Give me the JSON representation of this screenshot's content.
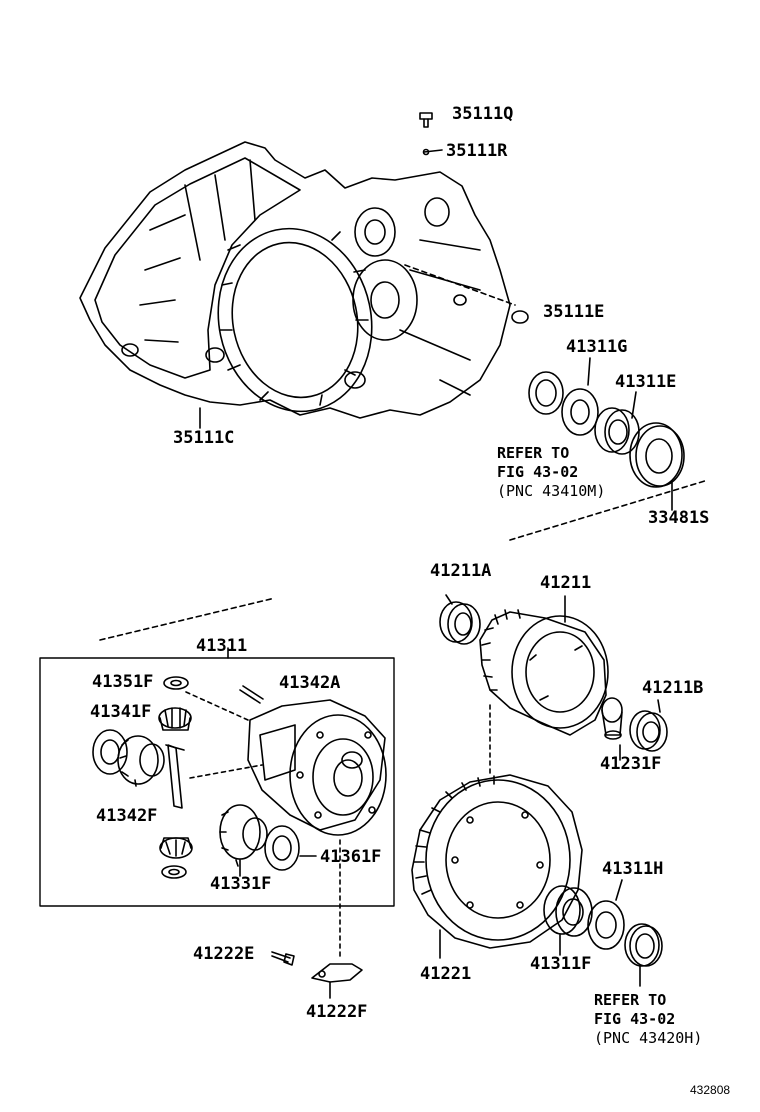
{
  "labels": {
    "p35111Q": "35111Q",
    "p35111R": "35111R",
    "p35111E": "35111E",
    "p41311G": "41311G",
    "p41311E": "41311E",
    "p35111C": "35111C",
    "p33481S": "33481S",
    "p41211A": "41211A",
    "p41211": "41211",
    "p41311": "41311",
    "p41351F": "41351F",
    "p41342A": "41342A",
    "p41211B": "41211B",
    "p41341F": "41341F",
    "p41231F": "41231F",
    "p41342F": "41342F",
    "p41361F": "41361F",
    "p41311H": "41311H",
    "p41331F": "41331F",
    "p41222E": "41222E",
    "p41311F": "41311F",
    "p41221": "41221",
    "p41222F": "41222F"
  },
  "refer_top": {
    "line1": "REFER TO",
    "line2": "FIG 43-02",
    "line3": "(PNC 43410M)"
  },
  "refer_bottom": {
    "line1": "REFER TO",
    "line2": "FIG 43-02",
    "line3": "(PNC 43420H)"
  },
  "figure_number": "432808"
}
